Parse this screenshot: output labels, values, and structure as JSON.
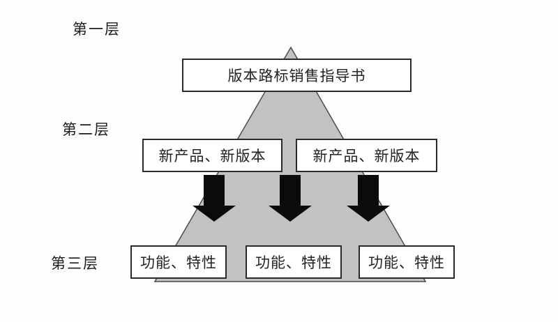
{
  "diagram": {
    "layers": [
      {
        "label": "第一层",
        "boxes": [
          {
            "text": "版本路标销售指导书"
          }
        ]
      },
      {
        "label": "第二层",
        "boxes": [
          {
            "text": "新产品、新版本"
          },
          {
            "text": "新产品、新版本"
          }
        ]
      },
      {
        "label": "第三层",
        "boxes": [
          {
            "text": "功能、特性"
          },
          {
            "text": "功能、特性"
          },
          {
            "text": "功能、特性"
          }
        ]
      }
    ],
    "icons": {
      "down_arrow": "⬇",
      "pyramid": "triangle"
    }
  },
  "colors": {
    "pyramid_fill": "#c2c2c2",
    "pyramid_stroke": "#4b4b4b",
    "arrow_fill": "#0b0b0b",
    "box_border": "#2a2a2a",
    "box_background": "#ffffff",
    "text": "#1c1c1c",
    "background": "#fdfdfd"
  }
}
